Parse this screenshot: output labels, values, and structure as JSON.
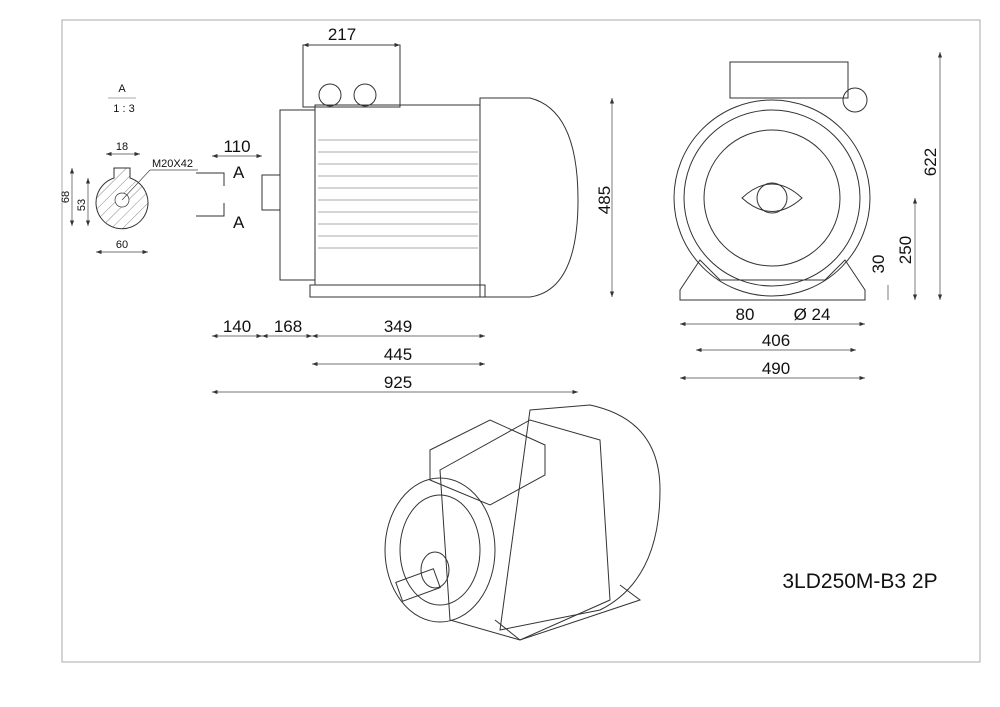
{
  "drawing": {
    "title": "3LD250M-B3 2P",
    "section_view": {
      "label": "A",
      "scale": "1 : 3",
      "key_width": "18",
      "thread": "M20X42",
      "height_total": "68",
      "height_key": "53",
      "diameter": "60"
    },
    "section_markers": {
      "top": "A",
      "bottom": "A"
    },
    "side_view": {
      "terminal_box_width": "217",
      "shaft_length": "110",
      "height": "485",
      "d_140": "140",
      "d_168": "168",
      "d_349": "349",
      "d_445": "445",
      "overall_length": "925"
    },
    "front_view": {
      "overall_height": "622",
      "shaft_height": "250",
      "foot_height": "30",
      "foot_width": "80",
      "hole_diameter": "Ø 24",
      "foot_hole_spacing": "406",
      "overall_width": "490"
    }
  }
}
